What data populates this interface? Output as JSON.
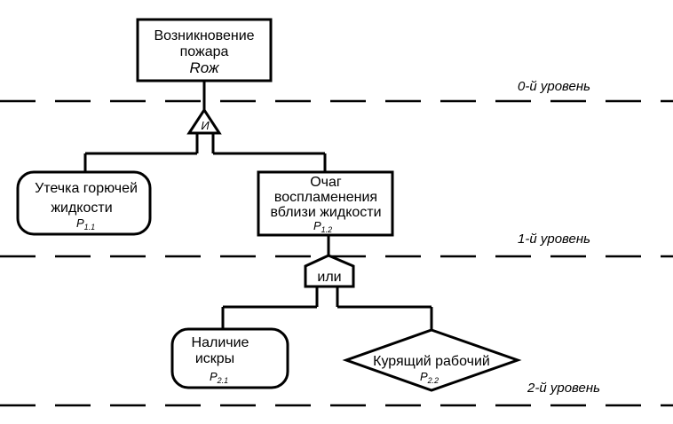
{
  "levels": [
    "0-й уровень",
    "1-й уровень",
    "2-й уровень"
  ],
  "top_event": {
    "line1": "Возникновение",
    "line2": "пожара",
    "symbol": "Rож"
  },
  "gate_and": {
    "label": "И"
  },
  "gate_or": {
    "label": "или"
  },
  "event_leak": {
    "line1": "Утечка горючей",
    "line2": "жидкости",
    "prob_main": "P",
    "prob_sub": "1.1"
  },
  "event_ignition_source": {
    "line1": "Очаг",
    "line2": "воспламенения",
    "line3": "вблизи жидкости",
    "prob_main": "P",
    "prob_sub": "1.2"
  },
  "event_spark": {
    "line1": "Наличие",
    "line2": "искры",
    "prob_main": "P",
    "prob_sub": "2.1"
  },
  "event_smoker": {
    "line1": "Курящий рабочий",
    "prob_main": "P",
    "prob_sub": "2.2"
  }
}
